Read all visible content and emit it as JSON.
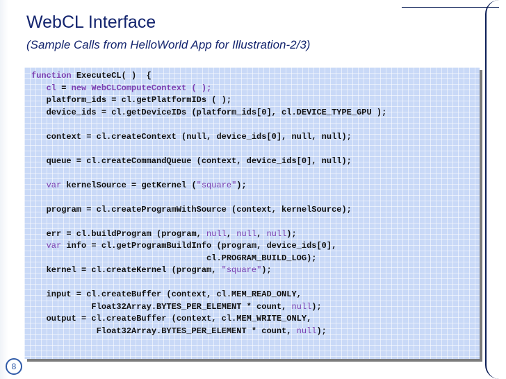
{
  "slide": {
    "title": "WebCL Interface",
    "subtitle": "(Sample Calls from HelloWorld App for Illustration-2/3)",
    "number": "8"
  },
  "code": {
    "lines": [
      [
        {
          "t": "function ",
          "c": "kwb"
        },
        {
          "t": "ExecuteCL( )  {",
          "c": ""
        }
      ],
      [
        {
          "t": "   ",
          "c": ""
        },
        {
          "t": "cl",
          "c": "kwb"
        },
        {
          "t": " = ",
          "c": ""
        },
        {
          "t": "new",
          "c": "kwb"
        },
        {
          "t": " WebCLComputeContext ( );",
          "c": "kwb"
        }
      ],
      [
        {
          "t": "   platform_ids = cl.getPlatformIDs ( );",
          "c": ""
        }
      ],
      [
        {
          "t": "   device_ids = cl.getDeviceIDs (platform_ids[0], cl.DEVICE_TYPE_GPU );",
          "c": ""
        }
      ],
      [
        {
          "t": "",
          "c": ""
        }
      ],
      [
        {
          "t": "   context = cl.createContext (null, device_ids[0], null, null);",
          "c": ""
        }
      ],
      [
        {
          "t": "",
          "c": ""
        }
      ],
      [
        {
          "t": "   queue = cl.createCommandQueue (context, device_ids[0], null);",
          "c": ""
        }
      ],
      [
        {
          "t": "",
          "c": ""
        }
      ],
      [
        {
          "t": "   ",
          "c": ""
        },
        {
          "t": "var",
          "c": "kw"
        },
        {
          "t": " kernelSource = getKernel (",
          "c": ""
        },
        {
          "t": "\"square\"",
          "c": "str"
        },
        {
          "t": ");",
          "c": ""
        }
      ],
      [
        {
          "t": "",
          "c": ""
        }
      ],
      [
        {
          "t": "   program = cl.createProgramWithSource (context, kernelSource);",
          "c": ""
        }
      ],
      [
        {
          "t": "",
          "c": ""
        }
      ],
      [
        {
          "t": "   err = cl.buildProgram (program, ",
          "c": ""
        },
        {
          "t": "null",
          "c": "kw"
        },
        {
          "t": ", ",
          "c": ""
        },
        {
          "t": "null",
          "c": "kw"
        },
        {
          "t": ", ",
          "c": ""
        },
        {
          "t": "null",
          "c": "kw"
        },
        {
          "t": ");",
          "c": ""
        }
      ],
      [
        {
          "t": "   ",
          "c": ""
        },
        {
          "t": "var",
          "c": "kw"
        },
        {
          "t": " info = cl.getProgramBuildInfo (program, device_ids[0],",
          "c": ""
        }
      ],
      [
        {
          "t": "                                   cl.PROGRAM_BUILD_LOG);",
          "c": ""
        }
      ],
      [
        {
          "t": "   kernel = cl.createKernel (program, ",
          "c": ""
        },
        {
          "t": "\"square\"",
          "c": "str"
        },
        {
          "t": ");",
          "c": ""
        }
      ],
      [
        {
          "t": "",
          "c": ""
        }
      ],
      [
        {
          "t": "   input = cl.createBuffer (context, cl.MEM_READ_ONLY,",
          "c": ""
        }
      ],
      [
        {
          "t": "            Float32Array.BYTES_PER_ELEMENT * count, ",
          "c": ""
        },
        {
          "t": "null",
          "c": "kw"
        },
        {
          "t": ");",
          "c": ""
        }
      ],
      [
        {
          "t": "   output = cl.createBuffer (context, cl.MEM_WRITE_ONLY,",
          "c": ""
        }
      ],
      [
        {
          "t": "             Float32Array.BYTES_PER_ELEMENT * count, ",
          "c": ""
        },
        {
          "t": "null",
          "c": "kw"
        },
        {
          "t": ");",
          "c": ""
        }
      ]
    ]
  },
  "colors": {
    "title": "#13246e",
    "keyword": "#7b3fb0",
    "panel": "#c9d9f7",
    "slide_number": "#2f5aa8"
  }
}
